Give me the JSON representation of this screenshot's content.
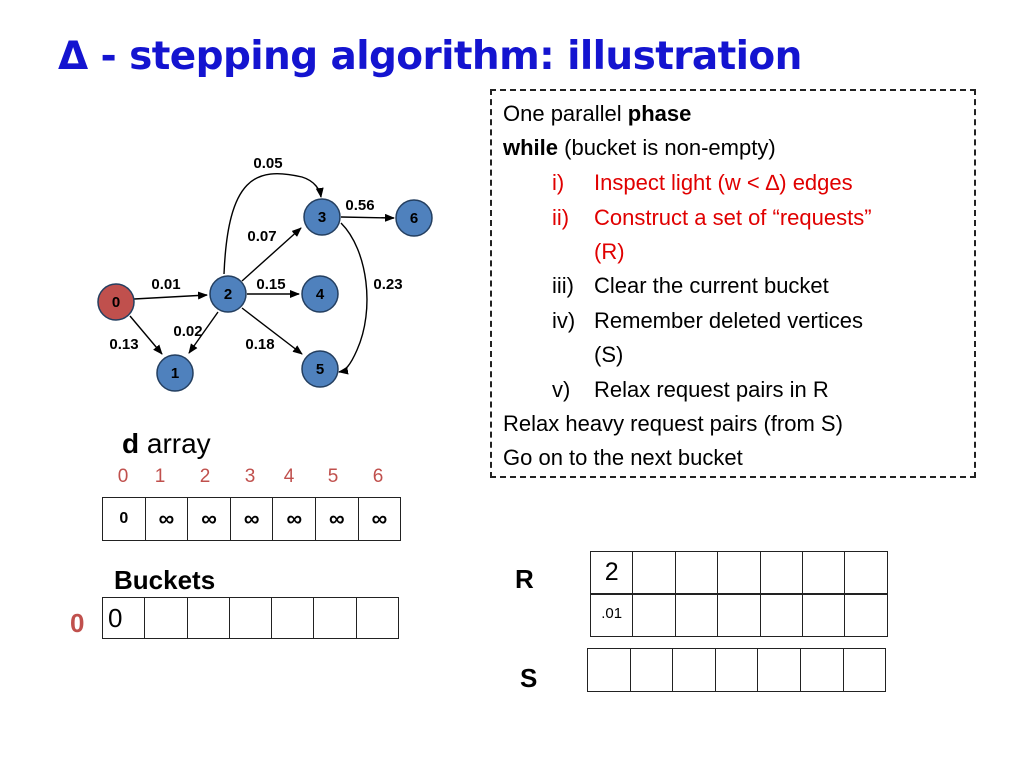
{
  "slide": {
    "title": "Δ - stepping algorithm: illustration"
  },
  "graph": {
    "nodes": [
      {
        "id": "0",
        "label": "0",
        "color": "#c0504d"
      },
      {
        "id": "1",
        "label": "1",
        "color": "#4f81bd"
      },
      {
        "id": "2",
        "label": "2",
        "color": "#4f81bd"
      },
      {
        "id": "3",
        "label": "3",
        "color": "#4f81bd"
      },
      {
        "id": "4",
        "label": "4",
        "color": "#4f81bd"
      },
      {
        "id": "5",
        "label": "5",
        "color": "#4f81bd"
      },
      {
        "id": "6",
        "label": "6",
        "color": "#4f81bd"
      }
    ],
    "edges": [
      {
        "from": "0",
        "to": "2",
        "weight": "0.01"
      },
      {
        "from": "0",
        "to": "1",
        "weight": "0.13"
      },
      {
        "from": "2",
        "to": "1",
        "weight": "0.02"
      },
      {
        "from": "2",
        "to": "3",
        "weight": "0.07"
      },
      {
        "from": "2",
        "to": "3",
        "weight": "0.05"
      },
      {
        "from": "2",
        "to": "4",
        "weight": "0.15"
      },
      {
        "from": "2",
        "to": "5",
        "weight": "0.18"
      },
      {
        "from": "3",
        "to": "6",
        "weight": "0.56"
      },
      {
        "from": "3",
        "to": "5",
        "weight": "0.23"
      }
    ]
  },
  "algorithm_box": {
    "line1_prefix": "One parallel ",
    "line1_bold": "phase",
    "line2_bold": "while",
    "line2_rest": " (bucket is non-empty)",
    "steps": [
      {
        "num": "i)",
        "text": "Inspect light (w < ∆) edges",
        "highlight": true
      },
      {
        "num": "ii)",
        "text": "Construct a set of “requests”",
        "text2": "(R)",
        "highlight": true
      },
      {
        "num": "iii)",
        "text": "Clear the current bucket",
        "highlight": false
      },
      {
        "num": "iv)",
        "text": "Remember deleted vertices",
        "text2": "(S)",
        "highlight": false
      },
      {
        "num": "v)",
        "text": "Relax request pairs in R",
        "highlight": false
      }
    ],
    "line_after1": "Relax heavy request pairs (from S)",
    "line_after2": "Go on to the next bucket"
  },
  "d_array": {
    "title_bold": "d",
    "title_rest": " array",
    "indices": [
      "0",
      "1",
      "2",
      "3",
      "4",
      "5",
      "6"
    ],
    "values": [
      "0",
      "∞",
      "∞",
      "∞",
      "∞",
      "∞",
      "∞"
    ]
  },
  "buckets": {
    "title": "Buckets",
    "bucket_index": "0",
    "cells": [
      "0",
      "",
      "",
      "",
      "",
      "",
      ""
    ]
  },
  "requests": {
    "label": "R",
    "vertices": [
      "2",
      "",
      "",
      "",
      "",
      "",
      ""
    ],
    "distances": [
      ".01",
      "",
      "",
      "",
      "",
      "",
      ""
    ]
  },
  "deleted": {
    "label": "S",
    "cells": [
      "",
      "",
      "",
      "",
      "",
      "",
      ""
    ]
  },
  "colors": {
    "title": "#1414d0",
    "highlight": "#e00000",
    "index": "#c0504d",
    "source_node": "#c0504d",
    "node": "#4f81bd"
  }
}
